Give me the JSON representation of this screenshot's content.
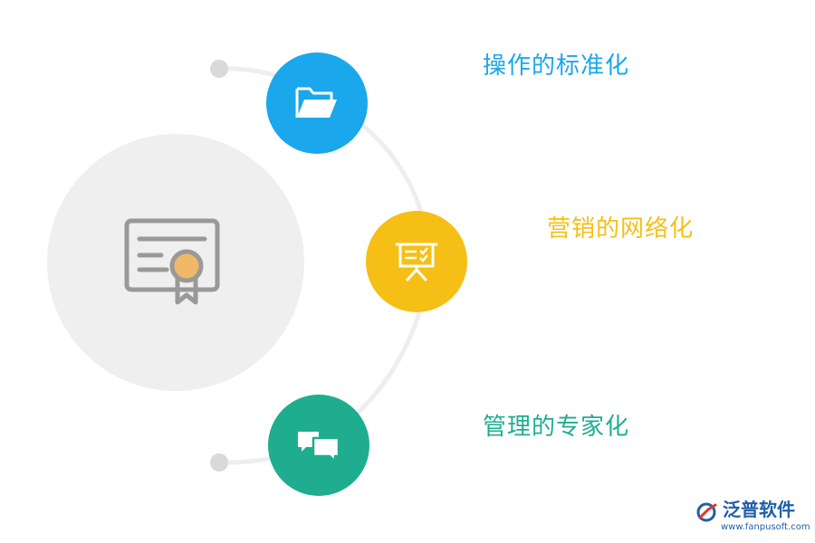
{
  "items": [
    {
      "label": "操作的标准化",
      "icon": "folder-icon",
      "color": "#1aa7ec"
    },
    {
      "label": "营销的网络化",
      "icon": "presentation-board-icon",
      "color": "#f5bf16"
    },
    {
      "label": "管理的专家化",
      "icon": "chat-bubbles-icon",
      "color": "#1fad8f"
    }
  ],
  "center": {
    "icon": "certificate-icon",
    "background": "#efefef",
    "icon_color": "#999999",
    "seal_color": "#f0b868"
  },
  "brand": {
    "name": "泛普软件",
    "url": "www.fanpusoft.com",
    "color": "#1f5fa8",
    "accent": "#e2352a"
  }
}
